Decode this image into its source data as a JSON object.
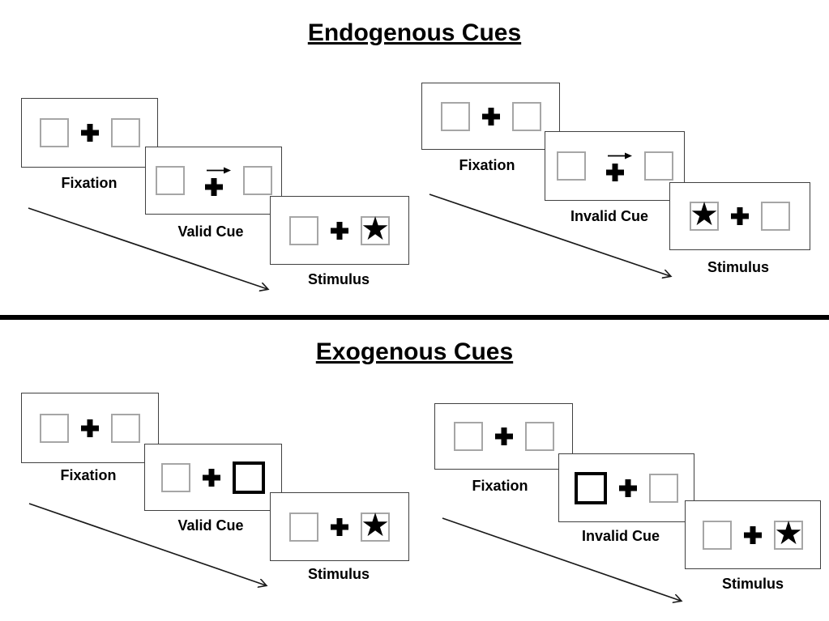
{
  "endogenous": {
    "title": "Endogenous Cues",
    "valid": {
      "fixation_label": "Fixation",
      "cue_label": "Valid Cue",
      "stimulus_label": "Stimulus"
    },
    "invalid": {
      "fixation_label": "Fixation",
      "cue_label": "Invalid Cue",
      "stimulus_label": "Stimulus"
    }
  },
  "exogenous": {
    "title": "Exogenous Cues",
    "valid": {
      "fixation_label": "Fixation",
      "cue_label": "Valid Cue",
      "stimulus_label": "Stimulus"
    },
    "invalid": {
      "fixation_label": "Fixation",
      "cue_label": "Invalid Cue",
      "stimulus_label": "Stimulus"
    }
  },
  "glyphs": {
    "star": "★"
  },
  "colors": {
    "ink": "#000000",
    "panel_border": "#404040",
    "square_border": "#a6a6a6",
    "background": "#ffffff"
  }
}
